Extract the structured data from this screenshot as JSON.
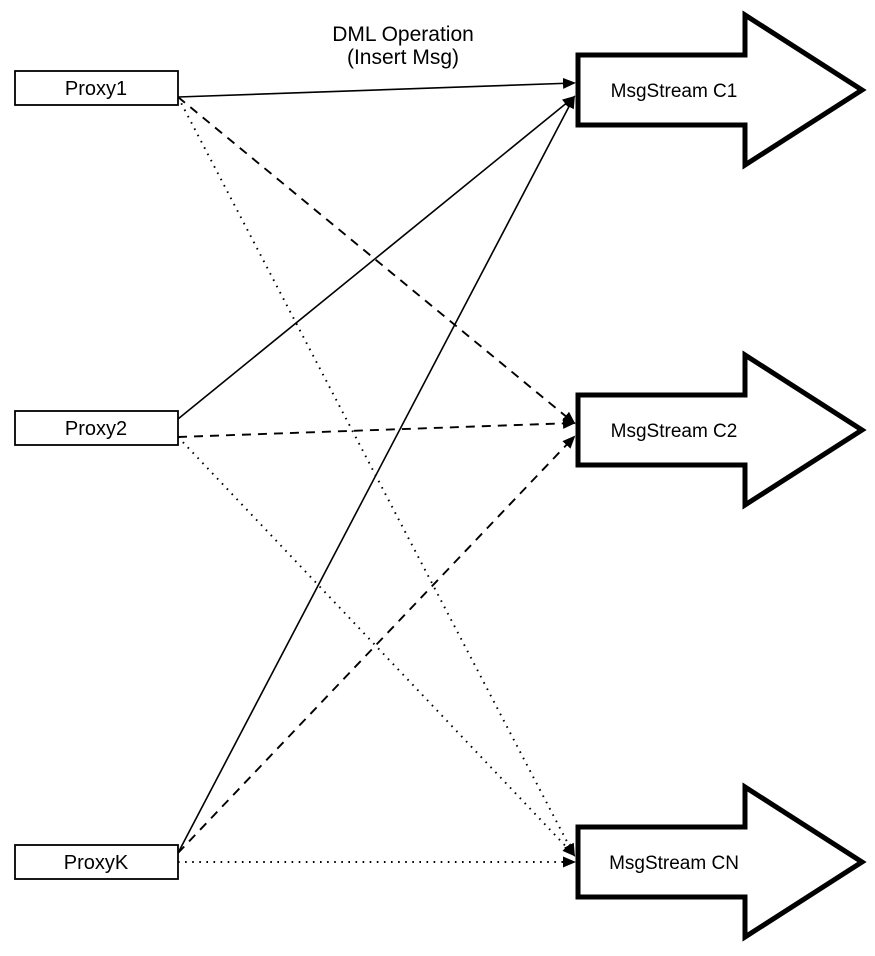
{
  "diagram": {
    "caption": {
      "line1": "DML Operation",
      "line2": "(Insert Msg)"
    },
    "proxies": [
      {
        "id": "proxy1",
        "label": "Proxy1"
      },
      {
        "id": "proxy2",
        "label": "Proxy2"
      },
      {
        "id": "proxyK",
        "label": "ProxyK"
      }
    ],
    "streams": [
      {
        "id": "c1",
        "label": "MsgStream C1"
      },
      {
        "id": "c2",
        "label": "MsgStream C2"
      },
      {
        "id": "cn",
        "label": "MsgStream CN"
      }
    ],
    "edges": [
      {
        "from": "proxy1",
        "to": "c1",
        "style": "solid"
      },
      {
        "from": "proxy2",
        "to": "c1",
        "style": "solid"
      },
      {
        "from": "proxyK",
        "to": "c1",
        "style": "solid"
      },
      {
        "from": "proxy1",
        "to": "c2",
        "style": "dashed"
      },
      {
        "from": "proxy2",
        "to": "c2",
        "style": "dashed"
      },
      {
        "from": "proxyK",
        "to": "c2",
        "style": "dashed"
      },
      {
        "from": "proxy1",
        "to": "cn",
        "style": "dotted"
      },
      {
        "from": "proxy2",
        "to": "cn",
        "style": "dotted"
      },
      {
        "from": "proxyK",
        "to": "cn",
        "style": "dotted"
      }
    ],
    "colors": {
      "stroke": "#000000",
      "fill": "#ffffff"
    }
  }
}
